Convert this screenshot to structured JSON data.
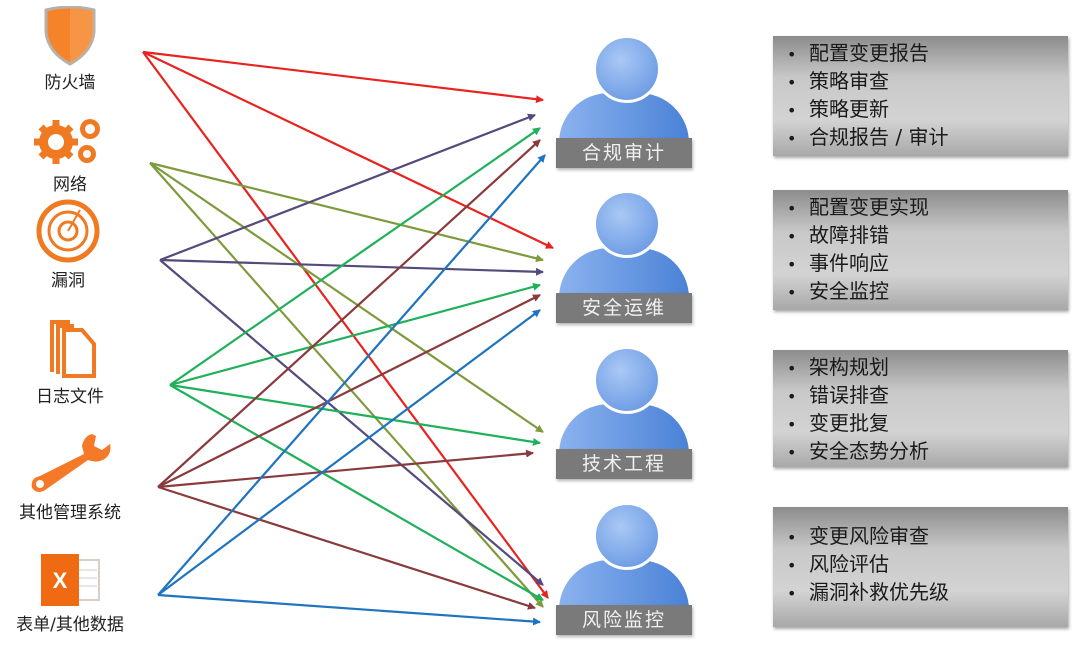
{
  "sources": [
    {
      "label": "防火墙",
      "icon": "shield-icon",
      "color": "#e8231f"
    },
    {
      "label": "网络",
      "icon": "gears-icon",
      "color": "#7f9a3c"
    },
    {
      "label": "漏洞",
      "icon": "radar-icon",
      "color": "#554a7c"
    },
    {
      "label": "日志文件",
      "icon": "log-files-icon",
      "color": "#1fb05a"
    },
    {
      "label": "其他管理系统",
      "icon": "wrench-icon",
      "color": "#8a3a3c"
    },
    {
      "label": "表单/其他数据",
      "icon": "spreadsheet-icon",
      "color": "#1f74c0"
    }
  ],
  "roles": [
    {
      "label": "合规审计",
      "tasks": [
        "配置变更报告",
        "策略审查",
        "策略更新",
        "合规报告 / 审计"
      ]
    },
    {
      "label": "安全运维",
      "tasks": [
        "配置变更实现",
        "故障排错",
        "事件响应",
        "安全监控"
      ]
    },
    {
      "label": "技术工程",
      "tasks": [
        "架构规划",
        "错误排查",
        "变更批复",
        "安全态势分析"
      ]
    },
    {
      "label": "风险监控",
      "tasks": [
        "变更风险审查",
        "风险评估",
        "漏洞补救优先级"
      ]
    }
  ],
  "connections": [
    {
      "source": 0,
      "targets": [
        0,
        1,
        3
      ]
    },
    {
      "source": 1,
      "targets": [
        1,
        2,
        3
      ]
    },
    {
      "source": 2,
      "targets": [
        0,
        1,
        3
      ]
    },
    {
      "source": 3,
      "targets": [
        0,
        1,
        2,
        3
      ]
    },
    {
      "source": 4,
      "targets": [
        0,
        1,
        2,
        3
      ]
    },
    {
      "source": 5,
      "targets": [
        0,
        1,
        3
      ]
    }
  ],
  "colors": {
    "accent": "#f07a22",
    "person": "#5d90df",
    "label_bg": "#7a7a7a"
  }
}
